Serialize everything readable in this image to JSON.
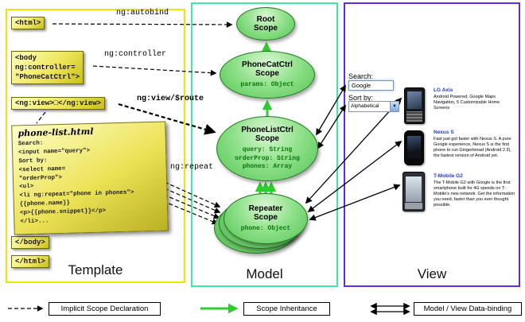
{
  "template_panel": {
    "label": "Template",
    "tag_html_open": "<html>",
    "tag_body_open": "<body\nng:controller=\n\"PhoneCatCtrl\">",
    "tag_ng_view": "<ng:view>□</ng:view>",
    "tag_body_close": "</body>",
    "tag_html_close": "</html>",
    "note_title": "phone-list.html",
    "note_lines": [
      "Search:",
      "<input name=\"query\">",
      "Sort by:",
      "<select name=",
      "\"orderProp\">",
      "<ul>",
      "<li ng:repeat=\"phone in phones\">",
      "{{phone.name}}",
      "<p>{{phone.snippet}}</p>",
      "</li>..."
    ]
  },
  "model_panel": {
    "label": "Model",
    "root_scope_title": "Root\nScope",
    "cat_scope_title": "PhoneCatCtrl\nScope",
    "cat_scope_prop": "params: Object",
    "list_scope_title": "PhoneListCtrl\nScope",
    "list_scope_props": [
      "query: String",
      "orderProp: String",
      "phones: Array"
    ],
    "repeater_scope_title": "Repeater\nScope",
    "repeater_scope_prop": "phone: Object"
  },
  "view_panel": {
    "label": "View",
    "search_label": "Search:",
    "search_value": "Google",
    "sort_label": "Sort by:",
    "sort_value": "Alphabetical",
    "phones": [
      {
        "name": "LG Axis",
        "desc": "Android Powered, Google Maps Navigation, 5 Customizable Home Screens"
      },
      {
        "name": "Nexus S",
        "desc": "Fast just got faster with Nexus S. A pure Google experience, Nexus S is the first phone to run Gingerbread (Android 2.3), the fastest version of Android yet."
      },
      {
        "name": "T-Mobile G2",
        "desc": "The T-Mobile G2 with Google is the first smartphone built for 4G speeds on T-Mobile's new network. Get the information you need, faster than you ever thought possible."
      }
    ]
  },
  "arrow_labels": {
    "autobind": "ng:autobind",
    "controller": "ng:controller",
    "view_route": "ng:view/$route",
    "repeat": "ng:repeat"
  },
  "legend": {
    "implicit": "Implicit Scope Declaration",
    "inheritance": "Scope Inheritance",
    "binding": "Model / View Data-binding"
  },
  "icons": {
    "dropdown": "▼"
  },
  "colors": {
    "template_border": "#f2e400",
    "model_border": "#3de8a0",
    "view_border": "#5b2ee5",
    "scope_fill": "#8fe08a",
    "inheritance_arrow": "#2ecc2e",
    "link_blue": "#1f3bd4"
  }
}
